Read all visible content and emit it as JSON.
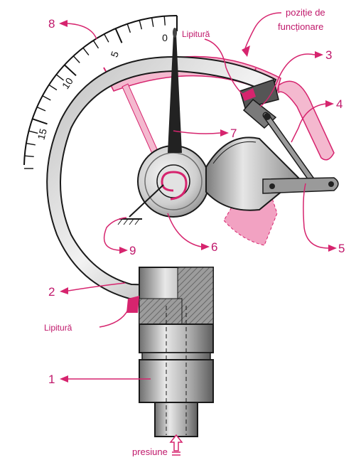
{
  "labels": {
    "n1": "1",
    "n2": "2",
    "n3": "3",
    "n4": "4",
    "n5": "5",
    "n6": "6",
    "n7": "7",
    "n8": "8",
    "n9": "9",
    "solder_top": "Lipitură",
    "solder_left": "Lipitură",
    "working_position_line1": "poziție de",
    "working_position_line2": "funcționare",
    "pressure": "presiune"
  },
  "scale": {
    "tick_labels": [
      "0",
      "5",
      "10",
      "15"
    ]
  },
  "colors": {
    "accent": "#d6246e",
    "accent_light": "#f4b9cf",
    "metal_dark": "#555555",
    "metal_mid": "#9a9a9a",
    "metal_light": "#d9d9d9",
    "outline": "#1a1a1a"
  }
}
